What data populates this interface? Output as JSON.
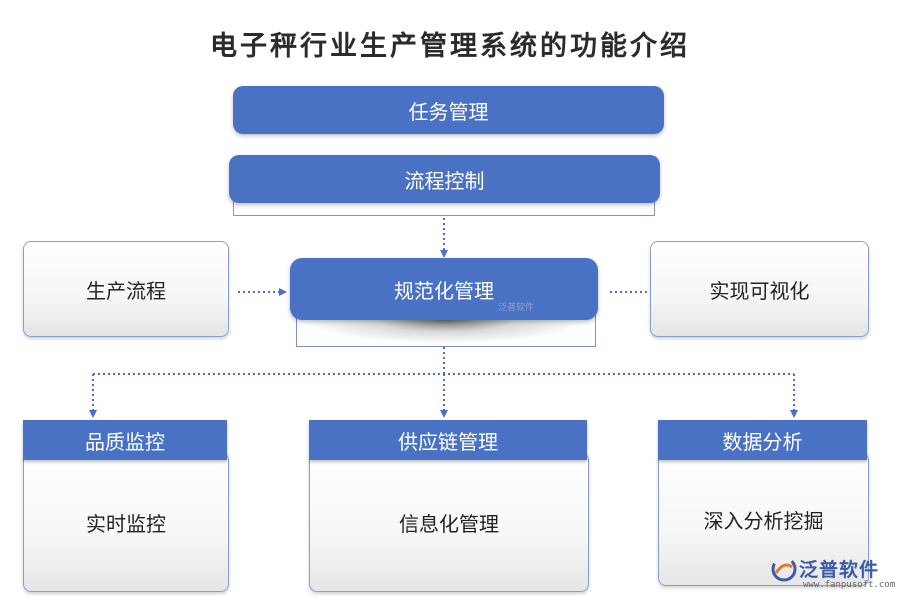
{
  "title": "电子秤行业生产管理系统的功能介绍",
  "top": {
    "task": "任务管理",
    "process": "流程控制"
  },
  "middle": {
    "left": "生产流程",
    "center": "规范化管理",
    "right": "实现可视化"
  },
  "cards": [
    {
      "head": "品质监控",
      "body": "实时监控"
    },
    {
      "head": "供应链管理",
      "body": "信息化管理"
    },
    {
      "head": "数据分析",
      "body": "深入分析挖掘"
    }
  ],
  "watermark": {
    "small": "泛普软件",
    "logo_text": "泛普软件",
    "logo_url": "www.fanpusoft.com",
    "logo_icon": "swirl-logo-icon"
  },
  "colors": {
    "accent": "#4a72c4",
    "connector": "#4a72c4"
  }
}
